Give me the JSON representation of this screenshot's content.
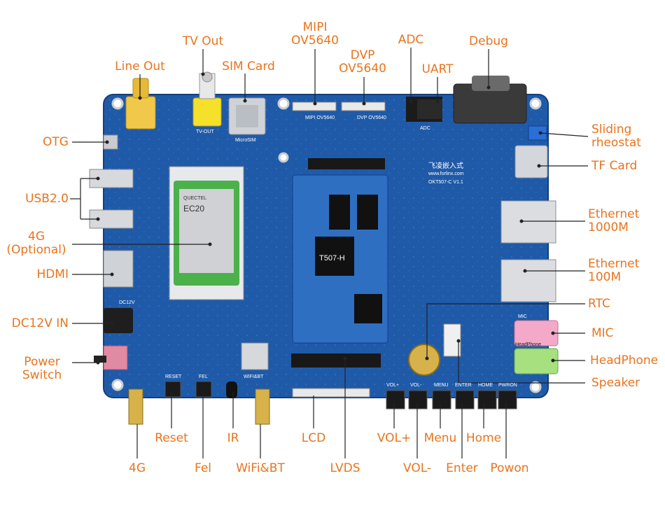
{
  "colors": {
    "label": "#e8741e",
    "pcb": "#1f5aa8",
    "pcb_dark": "#143f7d",
    "som": "#2f6fc2",
    "leader": "#222222"
  },
  "labels": {
    "line_out": "Line Out",
    "tv_out": "TV Out",
    "sim_card": "SIM Card",
    "mipi_ov5640": [
      "MIPI",
      "OV5640"
    ],
    "dvp_ov5640": [
      "DVP",
      "OV5640"
    ],
    "adc": "ADC",
    "uart": "UART",
    "debug": "Debug",
    "otg": "OTG",
    "usb2": "USB2.0",
    "g4_optional": [
      "4G",
      "(Optional)"
    ],
    "hdmi": "HDMI",
    "dc12v_in": "DC12V IN",
    "power_switch": [
      "Power",
      "Switch"
    ],
    "sliding_rheostat": [
      "Sliding",
      "rheostat"
    ],
    "tf_card": "TF Card",
    "ethernet_1000m": [
      "Ethernet",
      "1000M"
    ],
    "ethernet_100m": [
      "Ethernet",
      "100M"
    ],
    "rtc": "RTC",
    "mic": "MIC",
    "headphone": "HeadPhone",
    "speaker": "Speaker",
    "reset": "Reset",
    "ir": "IR",
    "lcd": "LCD",
    "vol_plus": "VOL+",
    "menu": "Menu",
    "home": "Home",
    "g4_antenna": "4G",
    "fel": "Fel",
    "wifi_bt": "WiFi&BT",
    "lvds": "LVDS",
    "vol_minus": "VOL-",
    "enter": "Enter",
    "powon": "Powon"
  },
  "silkscreen": {
    "board_name": "OKT507-C V1.1",
    "brand": "飞凌嵌入式",
    "website": "www.forlinx.com",
    "soc": "T507-H",
    "module": "EC20",
    "module_brand": "QUECTEL",
    "tv_out": "TV-OUT",
    "micro_sim": "MicroSIM",
    "mipi": "MIPI OV5640",
    "dvp": "DVP OV5640",
    "adc": "ADC",
    "dc12v": "DC12V",
    "mic": "MIC",
    "headphone": "HeadPhone",
    "reset": "RESET",
    "fel": "FEL",
    "wifi_bt": "WIFI&BT",
    "menu": "MENU",
    "home": "HOME",
    "enter": "ENTER",
    "vol_plus": "VOL+",
    "vol_minus": "VOL-",
    "pwron": "PWRON"
  }
}
